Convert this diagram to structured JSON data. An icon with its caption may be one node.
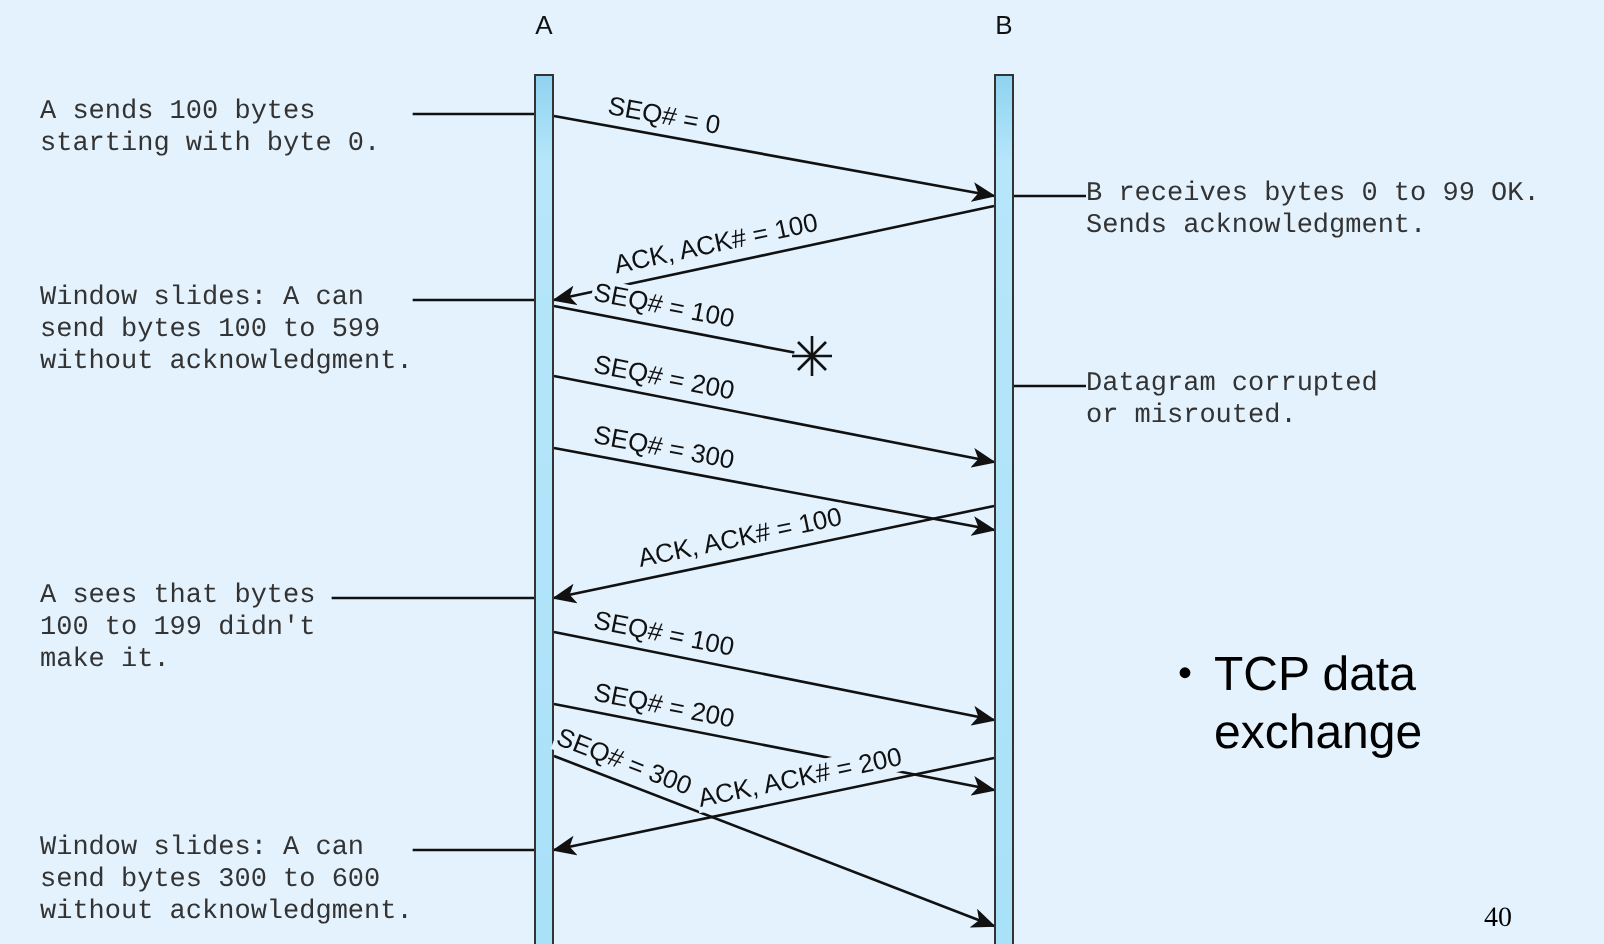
{
  "diagram": {
    "nodes": [
      {
        "text": [
          "A"
        ]
      },
      {
        "text": [
          "B"
        ]
      },
      {
        "text": [
          "A sends 100 bytes starting with byte 0."
        ]
      },
      {
        "text": [
          "B receives bytes 0 to 99 OK. Sends acknowledgment."
        ]
      },
      {
        "text": [
          "Window slides: A can send bytes 100 to 599 without acknowledgment."
        ]
      },
      {
        "text": [],
        "shape": "star"
      },
      {
        "text": [
          "Datagram corrupted or misrouted."
        ]
      },
      {
        "text": [
          "A sees that bytes 100 to 199 didn't make it."
        ]
      },
      {
        "text": [
          "Window slides: A can send bytes 300 to 600 without acknowledgment."
        ]
      }
    ],
    "edges": [
      {
        "from": 0,
        "to": 1,
        "arrow": "to",
        "label": "SEQ# = 0"
      },
      {
        "from": 1,
        "to": 0,
        "arrow": "to",
        "label": "ACK, ACK# = 100"
      },
      {
        "from": 0,
        "to": 5,
        "arrow": "none",
        "label": "SEQ# = 100"
      },
      {
        "from": 0,
        "to": 1,
        "arrow": "to",
        "label": "SEQ# = 200"
      },
      {
        "from": 0,
        "to": 1,
        "arrow": "to",
        "label": "SEQ# = 300"
      },
      {
        "from": 1,
        "to": 0,
        "arrow": "to",
        "label": "ACK, ACK# = 100"
      },
      {
        "from": 0,
        "to": 1,
        "arrow": "to",
        "label": "SEQ# = 100"
      },
      {
        "from": 0,
        "to": 1,
        "arrow": "to",
        "label": "SEQ# = 200"
      },
      {
        "from": 0,
        "to": 1,
        "arrow": "to",
        "label": "SEQ# = 300"
      },
      {
        "from": 1,
        "to": 0,
        "arrow": "to",
        "label": "ACK, ACK# = 200"
      },
      {
        "from": 2,
        "to": 0,
        "arrow": "none"
      },
      {
        "from": 3,
        "to": 1,
        "arrow": "none"
      },
      {
        "from": 4,
        "to": 0,
        "arrow": "none"
      },
      {
        "from": 6,
        "to": 1,
        "arrow": "none"
      },
      {
        "from": 7,
        "to": 0,
        "arrow": "none"
      },
      {
        "from": 8,
        "to": 0,
        "arrow": "none"
      }
    ],
    "labels": [
      "•",
      "TCP data exchange",
      "40"
    ]
  }
}
